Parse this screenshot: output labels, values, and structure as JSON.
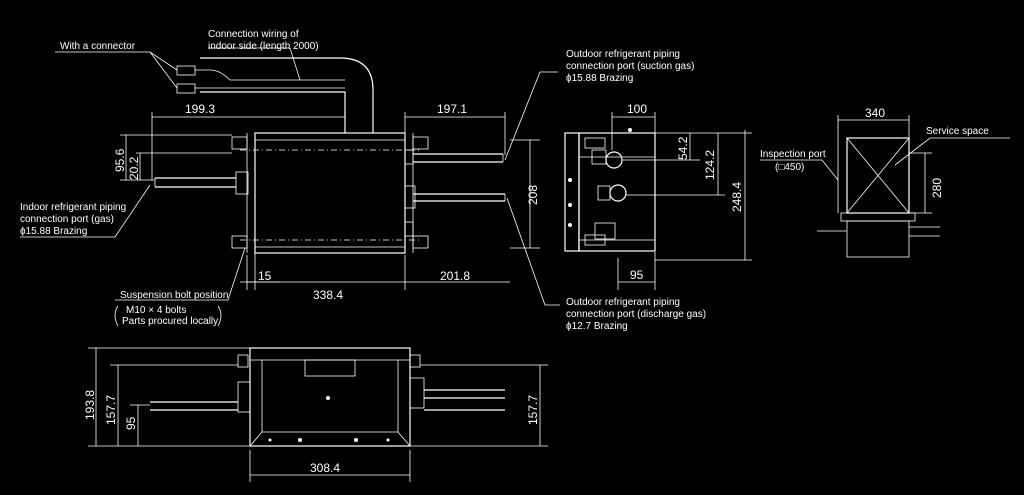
{
  "labels": {
    "with_connector": "With a connector",
    "conn_wiring_1": "Connection wiring of",
    "conn_wiring_2": "indoor side (length 2000)",
    "outdoor_suction_1": "Outdoor refrigerant piping",
    "outdoor_suction_2": "connection port (suction gas)",
    "outdoor_suction_3": "ϕ15.88 Brazing",
    "indoor_gas_1": "Indoor refrigerant piping",
    "indoor_gas_2": "connection port (gas)",
    "indoor_gas_3": "ϕ15.88 Brazing",
    "suspension_1": "Suspension bolt position",
    "suspension_2": "M10 × 4 bolts",
    "suspension_3": "Parts procured locally",
    "outdoor_discharge_1": "Outdoor refrigerant piping",
    "outdoor_discharge_2": "connection port (discharge gas)",
    "outdoor_discharge_3": "ϕ12.7 Brazing",
    "inspection_port": "Inspection port",
    "inspection_size": "(□450)",
    "service_space": "Service space"
  },
  "dimensions": {
    "d199_3": "199.3",
    "d197_1": "197.1",
    "d95_6": "95.6",
    "d20_2": "20.2",
    "d208": "208",
    "d15": "15",
    "d201_8": "201.8",
    "d338_4": "338.4",
    "d100": "100",
    "d54_2": "54.2",
    "d124_2": "124.2",
    "d248_4": "248.4",
    "d95": "95",
    "d340": "340",
    "d280": "280",
    "d193_8": "193.8",
    "d157_7_left": "157.7",
    "d95_front": "95",
    "d157_7_right": "157.7",
    "d308_4": "308.4"
  }
}
